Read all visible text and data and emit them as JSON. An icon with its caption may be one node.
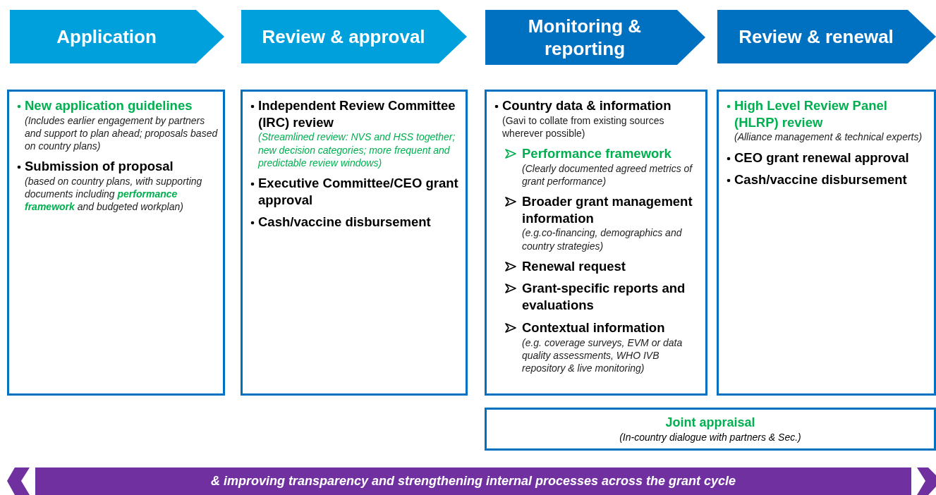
{
  "diagram": {
    "nodes": [
      {
        "text": [
          "Application"
        ]
      },
      {
        "text": [
          "Review & approval"
        ]
      },
      {
        "text": [
          "Monitoring & reporting"
        ]
      },
      {
        "text": [
          "Review & renewal"
        ]
      },
      {
        "text": [],
        "shape": "box"
      },
      {
        "text": [
          "New application guidelines",
          "(Includes earlier engagement by partners and support to plan ahead; proposals based on country plans)"
        ],
        "in": 4
      },
      {
        "text": [
          "Submission of proposal",
          "(based on country plans, with supporting documents including **performance framework** and budgeted workplan)"
        ],
        "in": 4
      },
      {
        "text": [],
        "shape": "box"
      },
      {
        "text": [
          "Independent Review Committee (IRC) review",
          "(Streamlined review: NVS and HSS together; new decision categories; more frequent and predictable review windows)"
        ],
        "in": 7
      },
      {
        "text": [
          "Executive Committee/CEO grant approval"
        ],
        "in": 7
      },
      {
        "text": [
          "Cash/vaccine disbursement"
        ],
        "in": 7
      },
      {
        "text": [],
        "shape": "box"
      },
      {
        "text": [
          "Country data & information",
          "(Gavi to collate from existing sources wherever possible)"
        ],
        "in": 11
      },
      {
        "text": [
          "Performance framework",
          "(Clearly documented agreed metrics of grant performance)"
        ],
        "in": 11
      },
      {
        "text": [
          "Broader grant management information",
          "(e.g.co-financing, demographics and country strategies)"
        ],
        "in": 11
      },
      {
        "text": [
          "Renewal request"
        ],
        "in": 11
      },
      {
        "text": [
          "Grant-specific reports and evaluations"
        ],
        "in": 11
      },
      {
        "text": [
          "Contextual information",
          "(e.g. coverage surveys, EVM or data quality assessments, WHO IVB repository & live monitoring)"
        ],
        "in": 11
      },
      {
        "text": [],
        "shape": "box"
      },
      {
        "text": [
          "High Level Review Panel (HLRP) review",
          "(Alliance management & technical experts)"
        ],
        "in": 18
      },
      {
        "text": [
          "CEO grant renewal approval"
        ],
        "in": 18
      },
      {
        "text": [
          "Cash/vaccine disbursement"
        ],
        "in": 18
      },
      {
        "text": [
          "Joint appraisal",
          "(In-country dialogue with partners & Sec.)"
        ]
      },
      {
        "text": [
          "& improving transparency and strengthening internal processes across the grant cycle"
        ]
      }
    ]
  }
}
